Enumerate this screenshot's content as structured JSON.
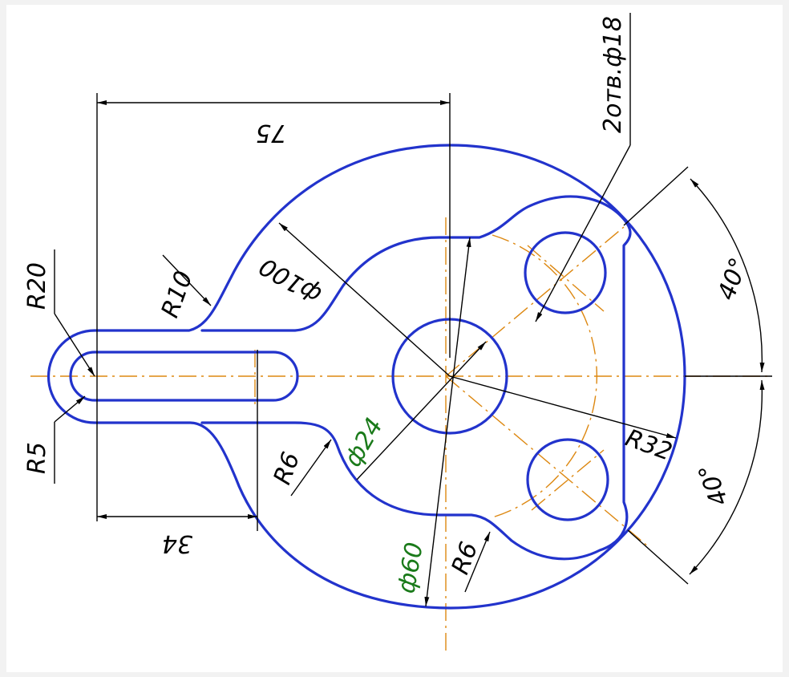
{
  "colors": {
    "outline": "#2233cc",
    "dimension": "#000000",
    "centerline": "#dd8811",
    "highlight_label": "#1a7a1a"
  },
  "labels": {
    "holes_note": "2отв.ф18",
    "dim_75": "75",
    "dim_34": "34",
    "dim_100": "ф100",
    "dim_60": "ф60",
    "dim_24": "ф24",
    "r20": "R20",
    "r10": "R10",
    "r5": "R5",
    "r6_left": "R6",
    "r6_bottom": "R6",
    "r32": "R32",
    "angle_top": "40°",
    "angle_bottom": "40°"
  }
}
